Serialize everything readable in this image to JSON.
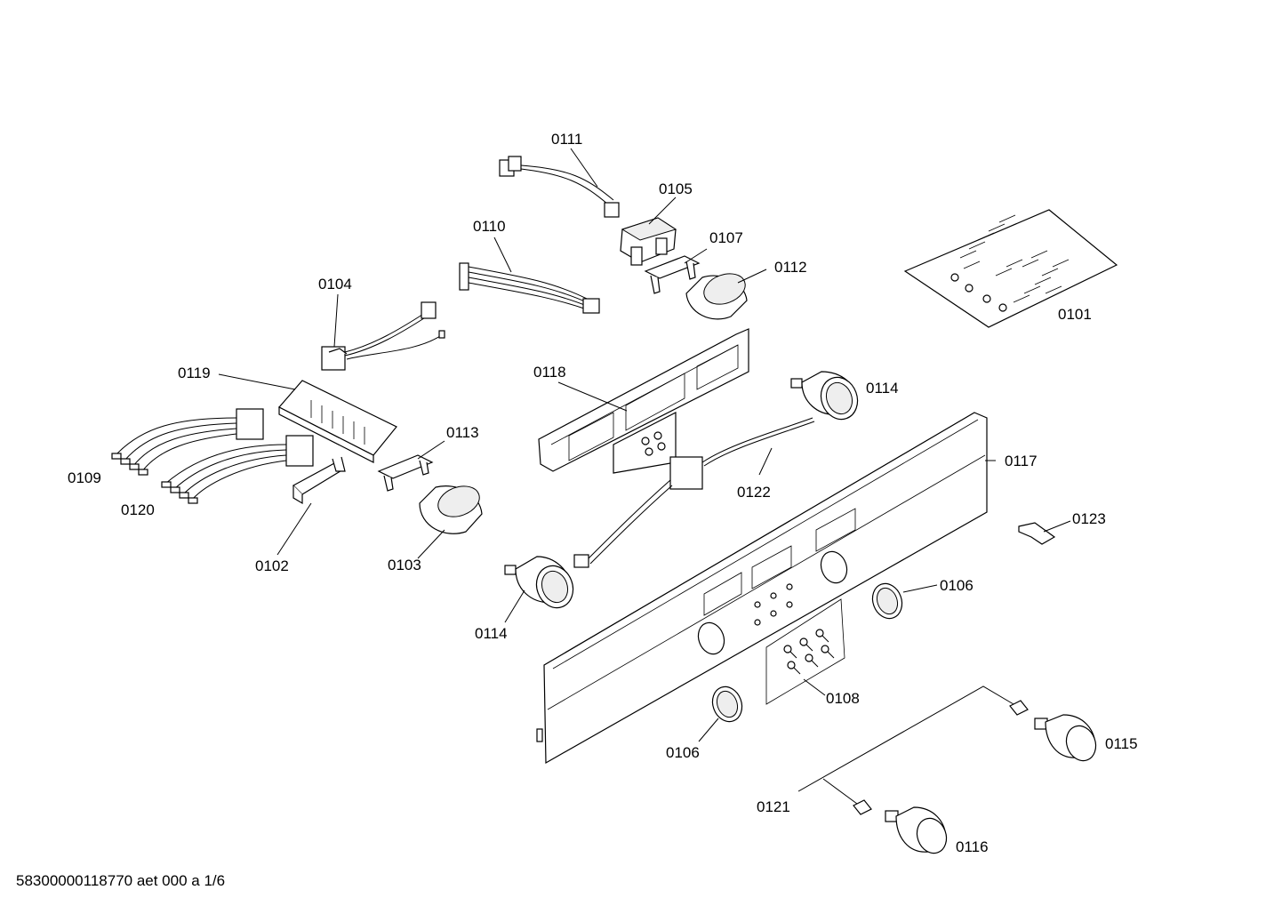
{
  "labels": {
    "p0101": "0101",
    "p0102": "0102",
    "p0103": "0103",
    "p0104": "0104",
    "p0105": "0105",
    "p0106a": "0106",
    "p0106b": "0106",
    "p0107": "0107",
    "p0108": "0108",
    "p0109": "0109",
    "p0110": "0110",
    "p0111": "0111",
    "p0112": "0112",
    "p0113": "0113",
    "p0114a": "0114",
    "p0114b": "0114",
    "p0115": "0115",
    "p0116": "0116",
    "p0117": "0117",
    "p0118": "0118",
    "p0119": "0119",
    "p0120": "0120",
    "p0121": "0121",
    "p0122": "0122",
    "p0123": "0123"
  },
  "footer": "58300000118770 aet 000 a 1/6"
}
